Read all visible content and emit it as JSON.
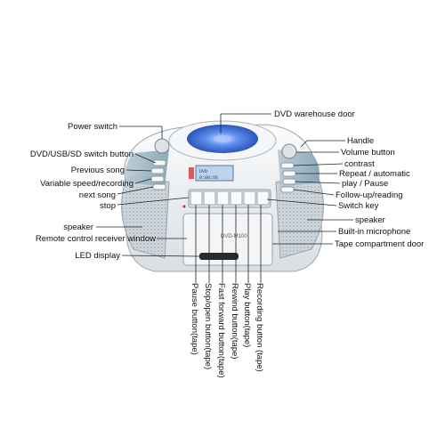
{
  "device": {
    "model": "DVD-M100",
    "display_line1": "DVD",
    "display_line2": "0:00:56"
  },
  "labels": {
    "top": "DVD warehouse door",
    "left": [
      "Power switch",
      "DVD/USB/SD switch button",
      "Previous song",
      "Variable speed/recording",
      "next song",
      "stop",
      "speaker",
      "Remote control receiver window",
      "LED display"
    ],
    "right": [
      "Handle",
      "Volume button",
      "contrast",
      "Repeat / automatic",
      "play / Pause",
      "Follow-up/reading",
      "Switch key",
      "speaker",
      "Built-in microphone",
      "Tape compartment door"
    ],
    "bottom": [
      "Pause button(tape)",
      "Stop/open button(tape)",
      "Fast forward button(tape)",
      "Rewind button(tape)",
      "Play button(tape)",
      "Recording button (tape)"
    ]
  },
  "colors": {
    "body": "#eef1f4",
    "accent": "#5b8ea6",
    "disc_glow": "#3a6fd8",
    "leader": "#222222"
  }
}
